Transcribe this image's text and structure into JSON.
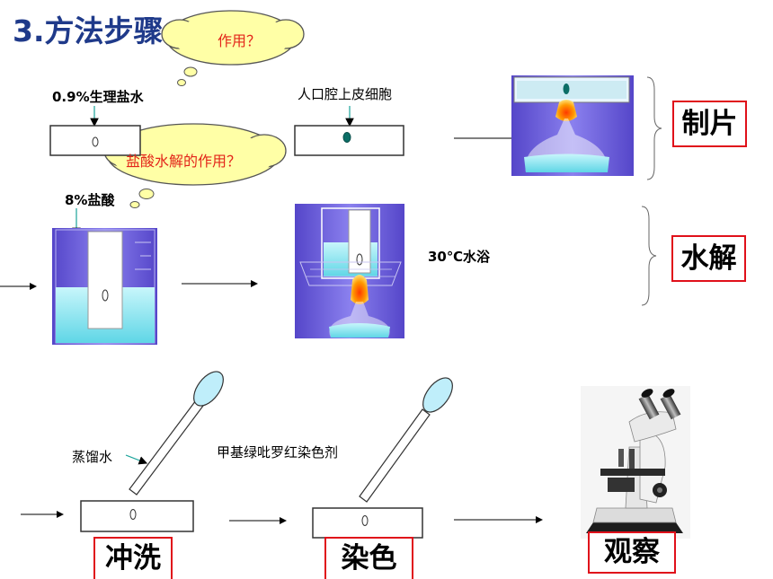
{
  "title": "3.方法步骤",
  "bubbles": {
    "top": "作用？",
    "middle": "盐酸水解的作用？"
  },
  "labels": {
    "saline": "0.9%生理盐水",
    "cells": "人口腔上皮细胞",
    "hcl": "8%盐酸",
    "water_bath": "30℃水浴",
    "distilled_water": "蒸馏水",
    "stain": "甲基绿吡罗红染色剂"
  },
  "steps": {
    "make_slide": "制片",
    "hydrolysis": "水解",
    "rinse": "冲洗",
    "stain": "染色",
    "observe": "观察"
  },
  "colors": {
    "title": "#1f3a8a",
    "bubble_fill": "#ffffa6",
    "bubble_text": "#e3251a",
    "step_border": "#e0101a",
    "beaker_bg": "#6d5fd8",
    "liquid": "#8ae6f0"
  }
}
